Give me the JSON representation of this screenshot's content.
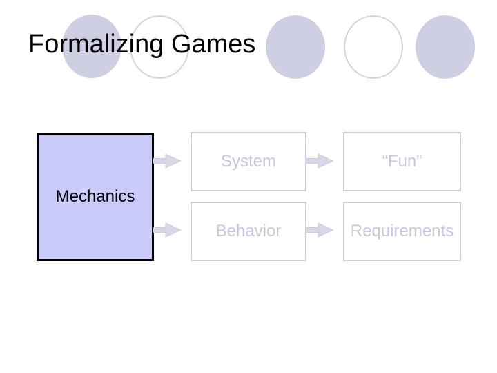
{
  "slide": {
    "title": "Formalizing Games",
    "background": "#ffffff"
  },
  "decor": {
    "circle_fill": "#cfcfe3",
    "circle_outline": "#d3d3e1",
    "circles": [
      {
        "name": "circle-1",
        "variant": "filled"
      },
      {
        "name": "circle-2",
        "variant": "outlined"
      },
      {
        "name": "circle-3",
        "variant": "filled"
      },
      {
        "name": "circle-4",
        "variant": "outlined"
      },
      {
        "name": "circle-5",
        "variant": "filled"
      }
    ]
  },
  "diagram": {
    "mechanics_box": {
      "label": "Mechanics"
    },
    "boxes": [
      {
        "label": "System"
      },
      {
        "label": "“Fun”"
      },
      {
        "label": "Behavior"
      },
      {
        "label": "Requirements"
      }
    ],
    "connections": [
      {
        "from": "Mechanics",
        "to": "System"
      },
      {
        "from": "System",
        "to": "“Fun”"
      },
      {
        "from": "Mechanics",
        "to": "Behavior"
      },
      {
        "from": "Behavior",
        "to": "Requirements"
      }
    ],
    "colors": {
      "mechanics_fill": "#cbcbf9",
      "mechanics_border": "#000000",
      "mechanics_text": "#000000",
      "box_border": "#ccccdb",
      "box_text": "#c7c7dd",
      "arrow": "#d8d8e8"
    }
  }
}
